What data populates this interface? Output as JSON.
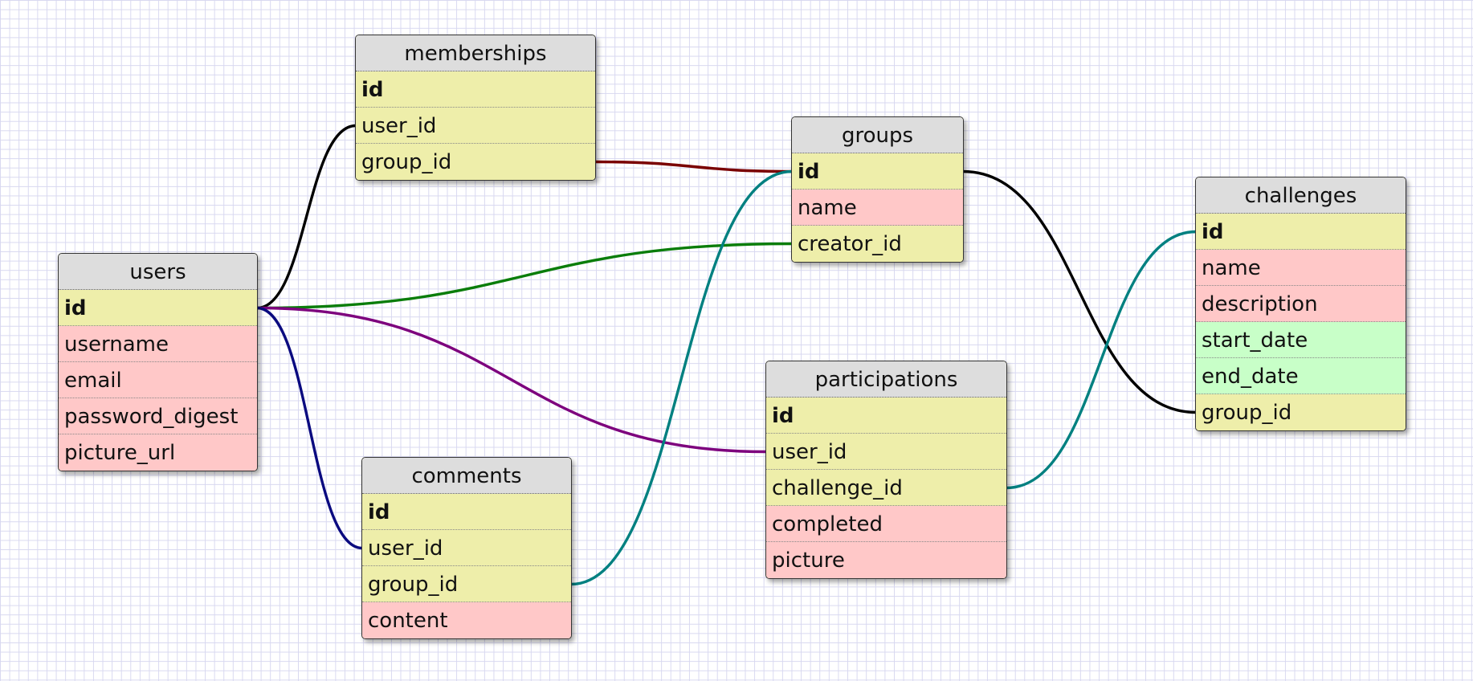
{
  "tables": [
    {
      "id": "memberships",
      "title": "memberships",
      "rows": [
        {
          "label": "id",
          "kind": "key"
        },
        {
          "label": "user_id",
          "kind": "fk"
        },
        {
          "label": "group_id",
          "kind": "fk"
        }
      ]
    },
    {
      "id": "groups",
      "title": "groups",
      "rows": [
        {
          "label": "id",
          "kind": "key"
        },
        {
          "label": "name",
          "kind": "text"
        },
        {
          "label": "creator_id",
          "kind": "fk"
        }
      ]
    },
    {
      "id": "users",
      "title": "users",
      "rows": [
        {
          "label": "id",
          "kind": "key"
        },
        {
          "label": "username",
          "kind": "text"
        },
        {
          "label": "email",
          "kind": "text"
        },
        {
          "label": "password_digest",
          "kind": "text"
        },
        {
          "label": "picture_url",
          "kind": "text"
        }
      ]
    },
    {
      "id": "challenges",
      "title": "challenges",
      "rows": [
        {
          "label": "id",
          "kind": "key"
        },
        {
          "label": "name",
          "kind": "text"
        },
        {
          "label": "description",
          "kind": "text"
        },
        {
          "label": "start_date",
          "kind": "date"
        },
        {
          "label": "end_date",
          "kind": "date"
        },
        {
          "label": "group_id",
          "kind": "fk"
        }
      ]
    },
    {
      "id": "participations",
      "title": "participations",
      "rows": [
        {
          "label": "id",
          "kind": "key"
        },
        {
          "label": "user_id",
          "kind": "fk"
        },
        {
          "label": "challenge_id",
          "kind": "fk"
        },
        {
          "label": "completed",
          "kind": "text"
        },
        {
          "label": "picture",
          "kind": "text"
        }
      ]
    },
    {
      "id": "comments",
      "title": "comments",
      "rows": [
        {
          "label": "id",
          "kind": "key"
        },
        {
          "label": "user_id",
          "kind": "fk"
        },
        {
          "label": "group_id",
          "kind": "fk"
        },
        {
          "label": "content",
          "kind": "text"
        }
      ]
    }
  ],
  "relations": [
    {
      "from": "users.id",
      "to": "memberships.user_id",
      "color": "#000000"
    },
    {
      "from": "memberships.group_id",
      "to": "groups.id",
      "color": "#7a0000"
    },
    {
      "from": "users.id",
      "to": "groups.creator_id",
      "color": "#0a7d0a"
    },
    {
      "from": "users.id",
      "to": "participations.user_id",
      "color": "#7d007d"
    },
    {
      "from": "users.id",
      "to": "comments.user_id",
      "color": "#0a0a80"
    },
    {
      "from": "comments.group_id",
      "to": "groups.id",
      "color": "#008080"
    },
    {
      "from": "groups.id",
      "to": "challenges.group_id",
      "color": "#000000"
    },
    {
      "from": "participations.challenge_id",
      "to": "challenges.id",
      "color": "#008080"
    }
  ],
  "colors": {
    "key_row": "#eeeeaa",
    "fk_row": "#eeeeaa",
    "text_row": "#ffc8c8",
    "date_row": "#c8ffc8",
    "header": "#dddddd",
    "grid": "#d8d8f0"
  }
}
